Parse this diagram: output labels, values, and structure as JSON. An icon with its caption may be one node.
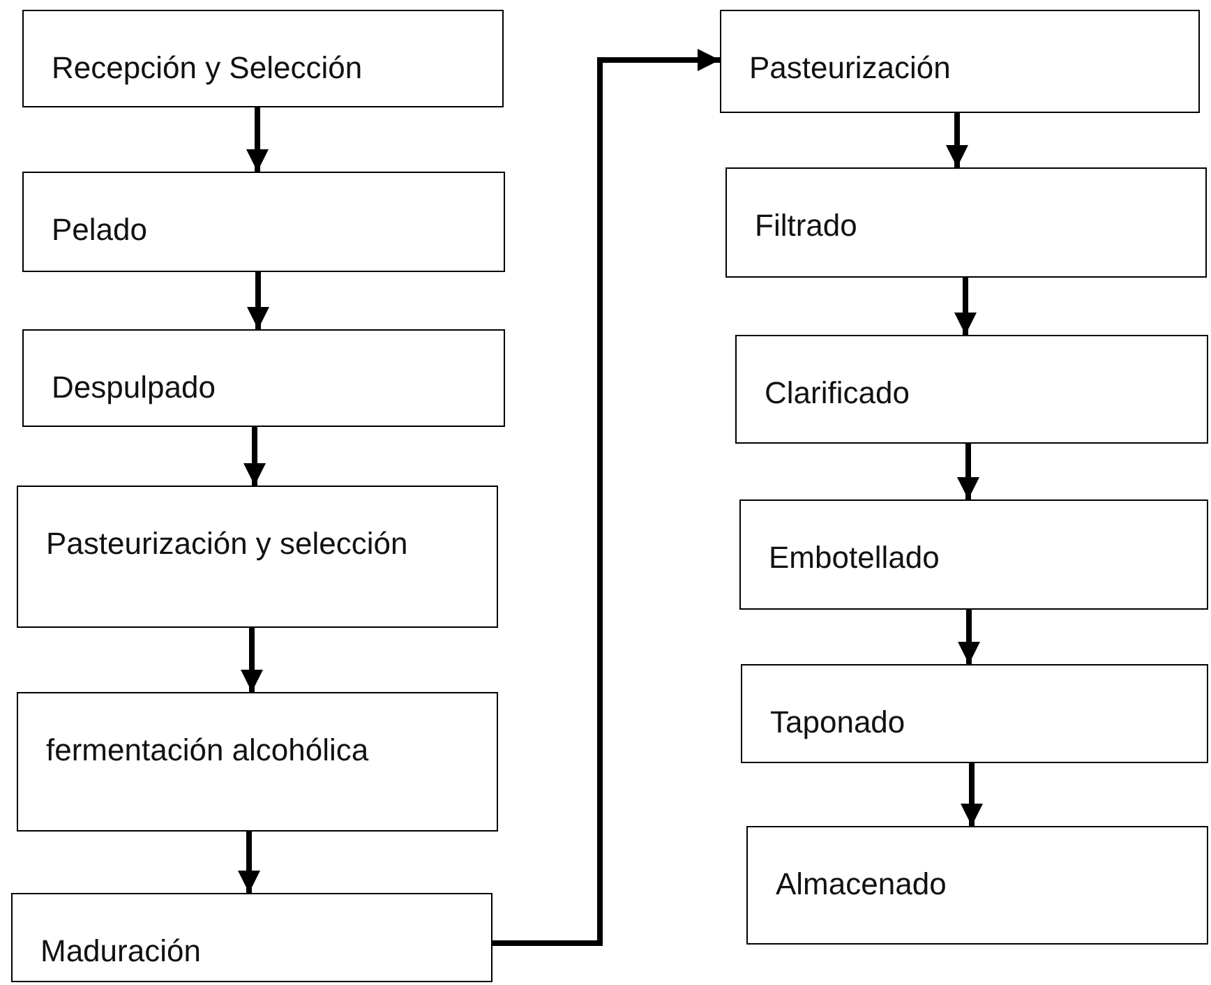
{
  "diagram": {
    "nodes": [
      {
        "text": [
          "Recepción y Selección"
        ]
      },
      {
        "text": [
          "Pelado"
        ]
      },
      {
        "text": [
          "Despulpado"
        ]
      },
      {
        "text": [
          "Pasteurización y selección"
        ]
      },
      {
        "text": [
          "fermentación alcohólica"
        ]
      },
      {
        "text": [
          "Maduración"
        ]
      },
      {
        "text": [
          "Pasteurización"
        ]
      },
      {
        "text": [
          "Filtrado"
        ]
      },
      {
        "text": [
          "Clarificado"
        ]
      },
      {
        "text": [
          "Embotellado"
        ]
      },
      {
        "text": [
          "Taponado"
        ]
      },
      {
        "text": [
          "Almacenado"
        ]
      }
    ],
    "edges": [
      {
        "from": 0,
        "to": 1,
        "arrow": "to"
      },
      {
        "from": 1,
        "to": 2,
        "arrow": "to"
      },
      {
        "from": 2,
        "to": 3,
        "arrow": "to"
      },
      {
        "from": 3,
        "to": 4,
        "arrow": "to"
      },
      {
        "from": 4,
        "to": 5,
        "arrow": "to"
      },
      {
        "from": 5,
        "to": 6,
        "arrow": "to"
      },
      {
        "from": 6,
        "to": 7,
        "arrow": "to"
      },
      {
        "from": 7,
        "to": 8,
        "arrow": "to"
      },
      {
        "from": 8,
        "to": 9,
        "arrow": "to"
      },
      {
        "from": 9,
        "to": 10,
        "arrow": "to"
      },
      {
        "from": 10,
        "to": 11,
        "arrow": "to"
      }
    ]
  }
}
